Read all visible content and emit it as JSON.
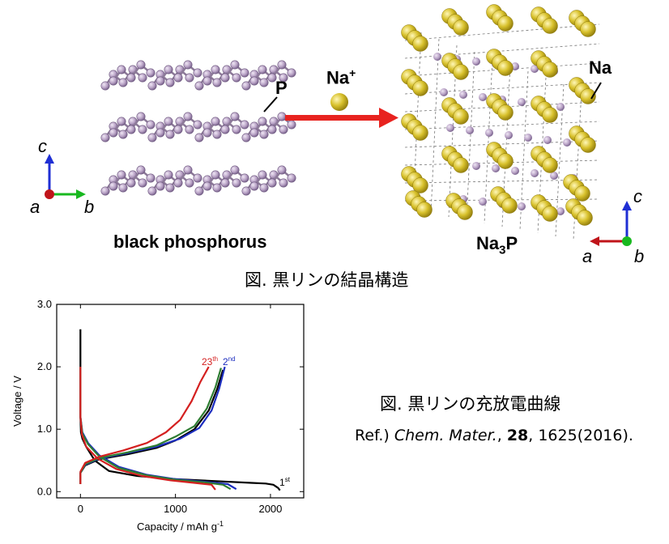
{
  "figure1": {
    "left_label": "black phosphorus",
    "right_label_main": "Na",
    "right_label_sub": "3",
    "right_label_tail": "P",
    "ion_label_main": "Na",
    "ion_label_sup": "+",
    "p_atom_label": "P",
    "na_atom_label": "Na",
    "left_axes": {
      "c": "c",
      "a": "a",
      "b": "b"
    },
    "right_axes": {
      "c": "c",
      "a": "a",
      "b": "b"
    },
    "caption": "図.  黒リンの結晶構造",
    "colors": {
      "phosphorus": "#b9a3c6",
      "sodium": "#d8c12c",
      "arrow": "#e8231f",
      "axis_c": "#1f2fd4",
      "axis_b": "#18b81f",
      "axis_a": "#c0141a"
    }
  },
  "figure2": {
    "caption": "図.  黒リンの充放電曲線",
    "ref_prefix": "Ref.) ",
    "ref_journal": "Chem. Mater.",
    "ref_sep": ", ",
    "ref_volume": "28",
    "ref_tail": ", 1625(2016)."
  },
  "chart_data": {
    "type": "line",
    "xlabel": "Capacity / mAh g",
    "xlabel_sup": "-1",
    "ylabel": "Voltage / V",
    "xlim": [
      -250,
      2350
    ],
    "ylim": [
      -0.1,
      3.0
    ],
    "x_ticks": [
      "0",
      "1000",
      "2000"
    ],
    "y_ticks": [
      "0.0",
      "1.0",
      "2.0",
      "3.0"
    ],
    "annotations": [
      {
        "text": "1",
        "sup": "st",
        "color": "#000000"
      },
      {
        "text": "2",
        "sup": "nd",
        "color": "#1c2dbf"
      },
      {
        "text": "23",
        "sup": "th",
        "color": "#d42020"
      }
    ],
    "series": [
      {
        "color": "#000000",
        "discharge": [
          [
            0,
            2.6
          ],
          [
            0,
            1.5
          ],
          [
            0,
            1.2
          ],
          [
            5,
            0.95
          ],
          [
            20,
            0.85
          ],
          [
            60,
            0.72
          ],
          [
            150,
            0.5
          ],
          [
            300,
            0.33
          ],
          [
            600,
            0.25
          ],
          [
            1000,
            0.2
          ],
          [
            1400,
            0.17
          ],
          [
            1800,
            0.14
          ],
          [
            1950,
            0.13
          ],
          [
            2030,
            0.11
          ],
          [
            2080,
            0.06
          ],
          [
            2100,
            0.02
          ]
        ],
        "charge": [
          [
            0,
            0.12
          ],
          [
            0,
            0.3
          ],
          [
            50,
            0.42
          ],
          [
            200,
            0.52
          ],
          [
            500,
            0.6
          ],
          [
            800,
            0.7
          ],
          [
            1000,
            0.82
          ],
          [
            1200,
            1.0
          ],
          [
            1350,
            1.3
          ],
          [
            1440,
            1.65
          ],
          [
            1500,
            1.95
          ]
        ]
      },
      {
        "color": "#1c2dbf",
        "discharge": [
          [
            0,
            2.0
          ],
          [
            0,
            1.2
          ],
          [
            20,
            0.95
          ],
          [
            80,
            0.78
          ],
          [
            200,
            0.58
          ],
          [
            400,
            0.4
          ],
          [
            700,
            0.27
          ],
          [
            1000,
            0.2
          ],
          [
            1300,
            0.16
          ],
          [
            1550,
            0.12
          ],
          [
            1640,
            0.04
          ]
        ],
        "charge": [
          [
            0,
            0.12
          ],
          [
            0,
            0.3
          ],
          [
            50,
            0.43
          ],
          [
            200,
            0.53
          ],
          [
            500,
            0.62
          ],
          [
            800,
            0.72
          ],
          [
            1050,
            0.85
          ],
          [
            1250,
            1.02
          ],
          [
            1380,
            1.3
          ],
          [
            1460,
            1.65
          ],
          [
            1520,
            2.0
          ]
        ]
      },
      {
        "color": "#2e7d32",
        "discharge": [
          [
            0,
            2.0
          ],
          [
            0,
            1.2
          ],
          [
            20,
            0.93
          ],
          [
            80,
            0.76
          ],
          [
            200,
            0.56
          ],
          [
            400,
            0.38
          ],
          [
            700,
            0.26
          ],
          [
            1000,
            0.19
          ],
          [
            1300,
            0.15
          ],
          [
            1500,
            0.11
          ],
          [
            1580,
            0.04
          ]
        ],
        "charge": [
          [
            0,
            0.12
          ],
          [
            0,
            0.3
          ],
          [
            50,
            0.44
          ],
          [
            200,
            0.54
          ],
          [
            500,
            0.63
          ],
          [
            800,
            0.74
          ],
          [
            1000,
            0.88
          ],
          [
            1200,
            1.05
          ],
          [
            1330,
            1.33
          ],
          [
            1420,
            1.67
          ],
          [
            1480,
            1.98
          ]
        ]
      },
      {
        "color": "#d42020",
        "discharge": [
          [
            0,
            2.0
          ],
          [
            0,
            1.2
          ],
          [
            15,
            0.92
          ],
          [
            60,
            0.72
          ],
          [
            180,
            0.53
          ],
          [
            380,
            0.36
          ],
          [
            650,
            0.25
          ],
          [
            950,
            0.18
          ],
          [
            1200,
            0.14
          ],
          [
            1380,
            0.11
          ],
          [
            1420,
            0.03
          ]
        ],
        "charge": [
          [
            0,
            0.12
          ],
          [
            0,
            0.32
          ],
          [
            50,
            0.46
          ],
          [
            200,
            0.56
          ],
          [
            450,
            0.66
          ],
          [
            700,
            0.78
          ],
          [
            900,
            0.95
          ],
          [
            1050,
            1.15
          ],
          [
            1170,
            1.45
          ],
          [
            1260,
            1.75
          ],
          [
            1350,
            2.0
          ]
        ]
      }
    ]
  }
}
